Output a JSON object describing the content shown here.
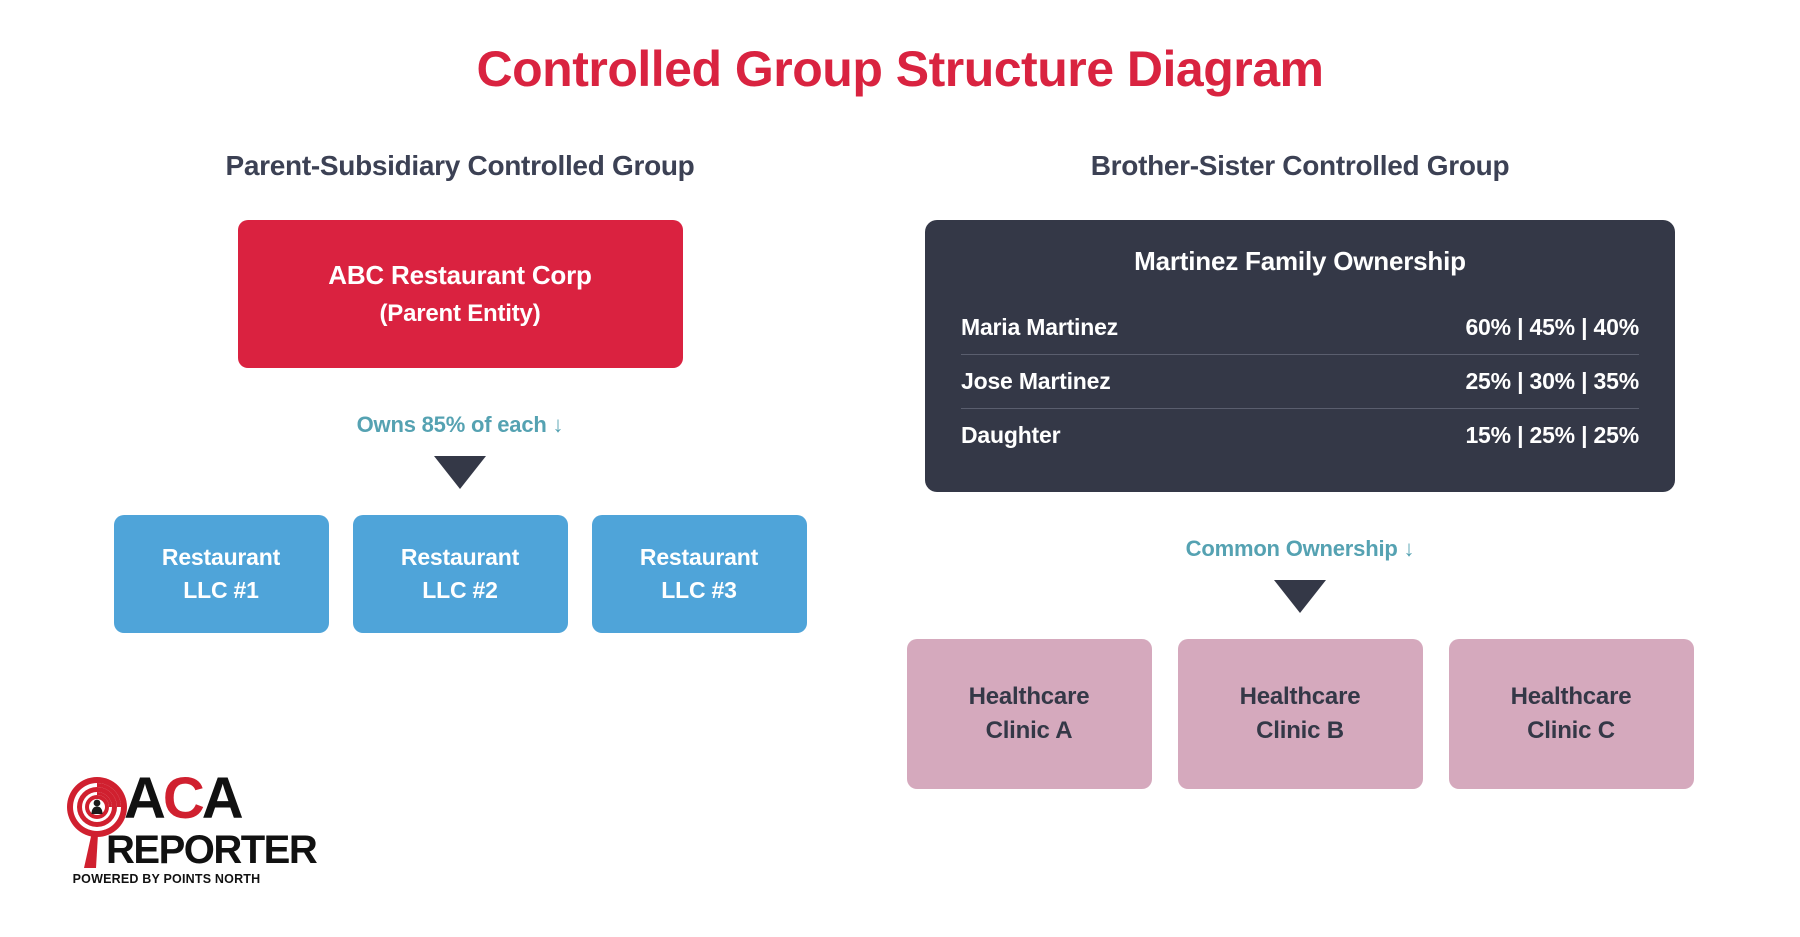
{
  "page": {
    "title": "Controlled Group Structure Diagram",
    "background": "#FFFFFF",
    "accent_red": "#DA2240",
    "accent_navy": "#343847",
    "accent_teal": "#55A2B2",
    "accent_blue": "#4FA4D9",
    "accent_pink": "#D5A9BD"
  },
  "left_column": {
    "title": "Parent-Subsidiary Controlled Group",
    "parent": {
      "name": "ABC Restaurant Corp",
      "role": "(Parent Entity)"
    },
    "connector": {
      "label": "Owns 85% of each ↓",
      "arrow_icon": "triangle-down-icon"
    },
    "subsidiaries": [
      {
        "line1": "Restaurant",
        "line2": "LLC #1"
      },
      {
        "line1": "Restaurant",
        "line2": "LLC #2"
      },
      {
        "line1": "Restaurant",
        "line2": "LLC #3"
      }
    ]
  },
  "right_column": {
    "title": "Brother-Sister Controlled Group",
    "ownership_panel": {
      "title": "Martinez Family Ownership",
      "rows": [
        {
          "name": "Maria Martinez",
          "shares": "60% | 45% | 40%"
        },
        {
          "name": "Jose Martinez",
          "shares": "25% | 30% | 35%"
        },
        {
          "name": "Daughter",
          "shares": "15% | 25% | 25%"
        }
      ]
    },
    "connector": {
      "label": "Common Ownership ↓",
      "arrow_icon": "triangle-down-icon"
    },
    "clinics": [
      {
        "line1": "Healthcare",
        "line2": "Clinic A"
      },
      {
        "line1": "Healthcare",
        "line2": "Clinic B"
      },
      {
        "line1": "Healthcare",
        "line2": "Clinic C"
      }
    ]
  },
  "logo": {
    "mark_icon": "aca-target-magnifier-icon",
    "word_a1": "A",
    "word_c": "C",
    "word_a2": "A",
    "reporter": "REPORTER",
    "tagline": "POWERED BY POINTS NORTH"
  }
}
